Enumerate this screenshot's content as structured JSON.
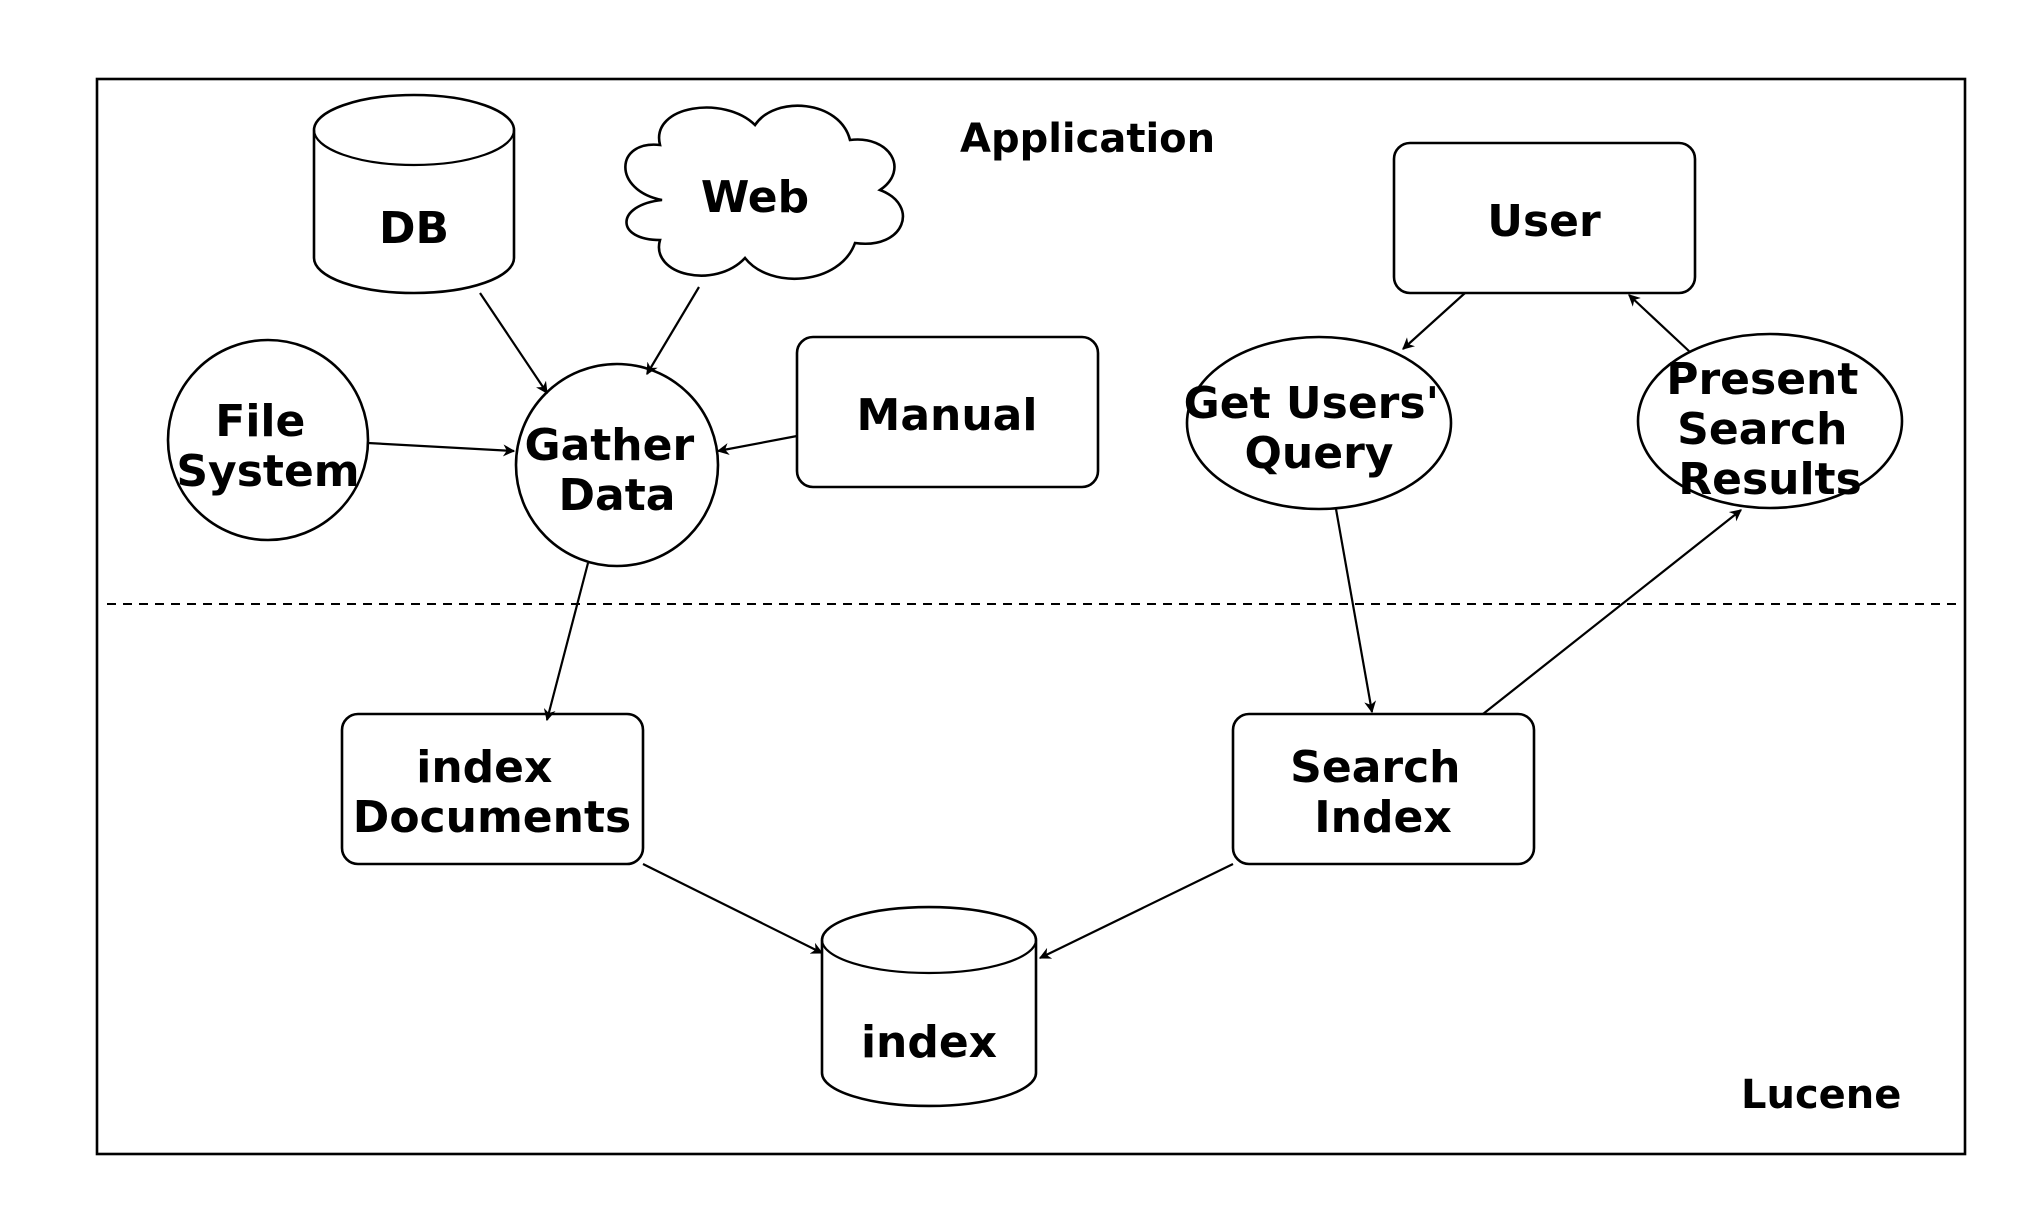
{
  "diagram": {
    "regions": {
      "top": "Application",
      "bottom": "Lucene"
    },
    "nodes": {
      "db": "DB",
      "web": "Web",
      "file_system": [
        "File",
        "System"
      ],
      "gather_data": [
        "Gather",
        "Data"
      ],
      "manual": "Manual",
      "user": "User",
      "get_query": [
        "Get Users'",
        "Query"
      ],
      "present_results": [
        "Present",
        "Search",
        "Results"
      ],
      "index_documents": [
        "index",
        "Documents"
      ],
      "search_index": [
        "Search",
        "Index"
      ],
      "index_store": "index"
    },
    "edges": [
      {
        "from": "DB",
        "to": "Gather Data"
      },
      {
        "from": "Web",
        "to": "Gather Data"
      },
      {
        "from": "File System",
        "to": "Gather Data"
      },
      {
        "from": "Manual",
        "to": "Gather Data"
      },
      {
        "from": "Gather Data",
        "to": "index Documents"
      },
      {
        "from": "index Documents",
        "to": "index"
      },
      {
        "from": "User",
        "to": "Get Users' Query"
      },
      {
        "from": "Get Users' Query",
        "to": "Search Index"
      },
      {
        "from": "Search Index",
        "to": "index"
      },
      {
        "from": "Search Index",
        "to": "Present Search Results"
      },
      {
        "from": "Present Search Results",
        "to": "User"
      }
    ]
  }
}
